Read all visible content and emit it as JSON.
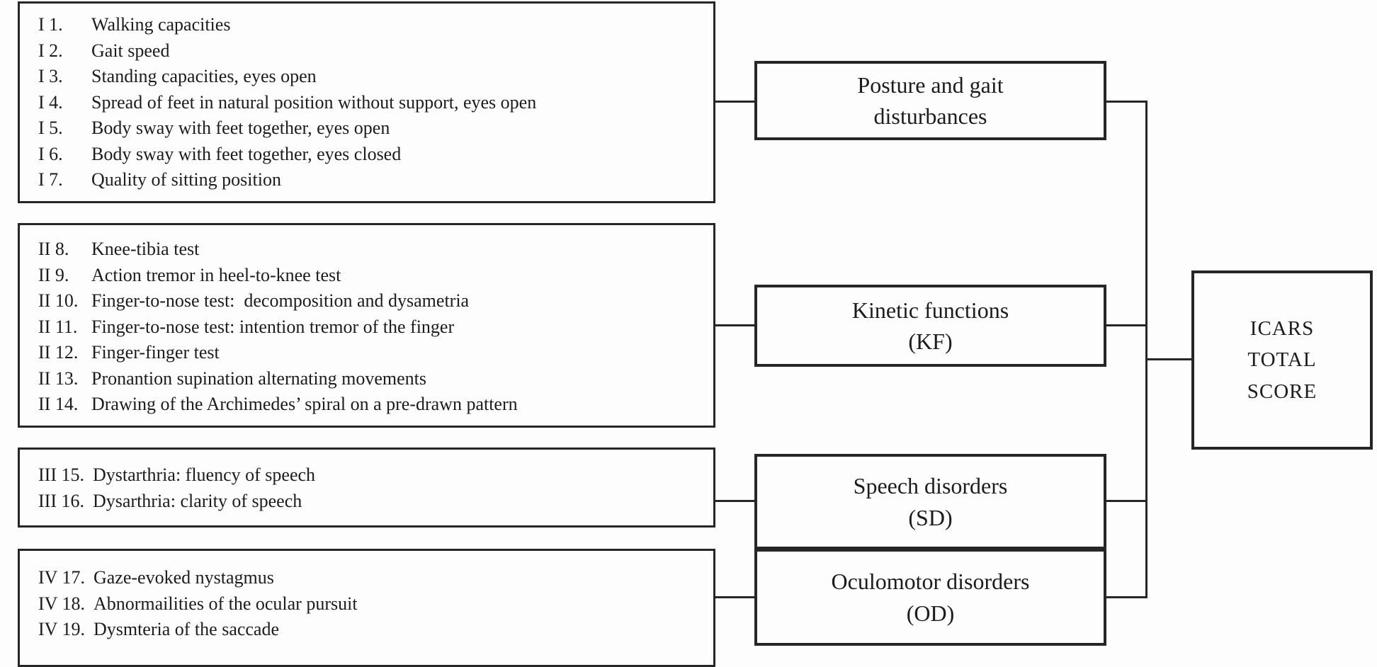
{
  "diagram": {
    "colors": {
      "border": "#262626",
      "text": "#1c1c1c",
      "background": "#fdfdfd"
    },
    "left_boxes": [
      {
        "items": [
          {
            "num": "I 1.",
            "text": "Walking capacities"
          },
          {
            "num": "I 2.",
            "text": "Gait speed"
          },
          {
            "num": "I 3.",
            "text": "Standing capacities, eyes open"
          },
          {
            "num": "I 4.",
            "text": "Spread of feet in natural position without support, eyes open"
          },
          {
            "num": "I 5.",
            "text": "Body sway with feet together, eyes open"
          },
          {
            "num": "I 6.",
            "text": "Body sway with feet together, eyes closed"
          },
          {
            "num": "I 7.",
            "text": "Quality of sitting position"
          }
        ]
      },
      {
        "items": [
          {
            "num": "II 8.",
            "text": "Knee-tibia test"
          },
          {
            "num": "II 9.",
            "text": "Action tremor in heel-to-knee test"
          },
          {
            "num": "II 10.",
            "text": "Finger-to-nose test:  decomposition and dysametria"
          },
          {
            "num": "II 11.",
            "text": "Finger-to-nose test: intention tremor of the finger"
          },
          {
            "num": "II 12.",
            "text": "Finger-finger test"
          },
          {
            "num": "II 13.",
            "text": "Pronantion supination alternating movements"
          },
          {
            "num": "II 14.",
            "text": "Drawing of the Archimedes’ spiral on a pre-drawn pattern"
          }
        ]
      },
      {
        "items": [
          {
            "num": "III 15.",
            "text": "Dystarthria: fluency of speech"
          },
          {
            "num": "III 16.",
            "text": "Dysarthria: clarity of speech"
          }
        ]
      },
      {
        "items": [
          {
            "num": "IV 17.",
            "text": "Gaze-evoked nystagmus"
          },
          {
            "num": "IV 18.",
            "text": "Abnormailities of the ocular pursuit"
          },
          {
            "num": "IV 19.",
            "text": "Dysmteria of the saccade"
          }
        ]
      }
    ],
    "category_boxes": [
      {
        "line1": "Posture and gait",
        "line2": "disturbances"
      },
      {
        "line1": "Kinetic functions",
        "line2": "(KF)"
      },
      {
        "line1": "Speech disorders",
        "line2": "(SD)"
      },
      {
        "line1": "Oculomotor disorders",
        "line2": "(OD)"
      }
    ],
    "total_box": {
      "line1": "ICARS",
      "line2": "TOTAL",
      "line3": "SCORE"
    }
  }
}
